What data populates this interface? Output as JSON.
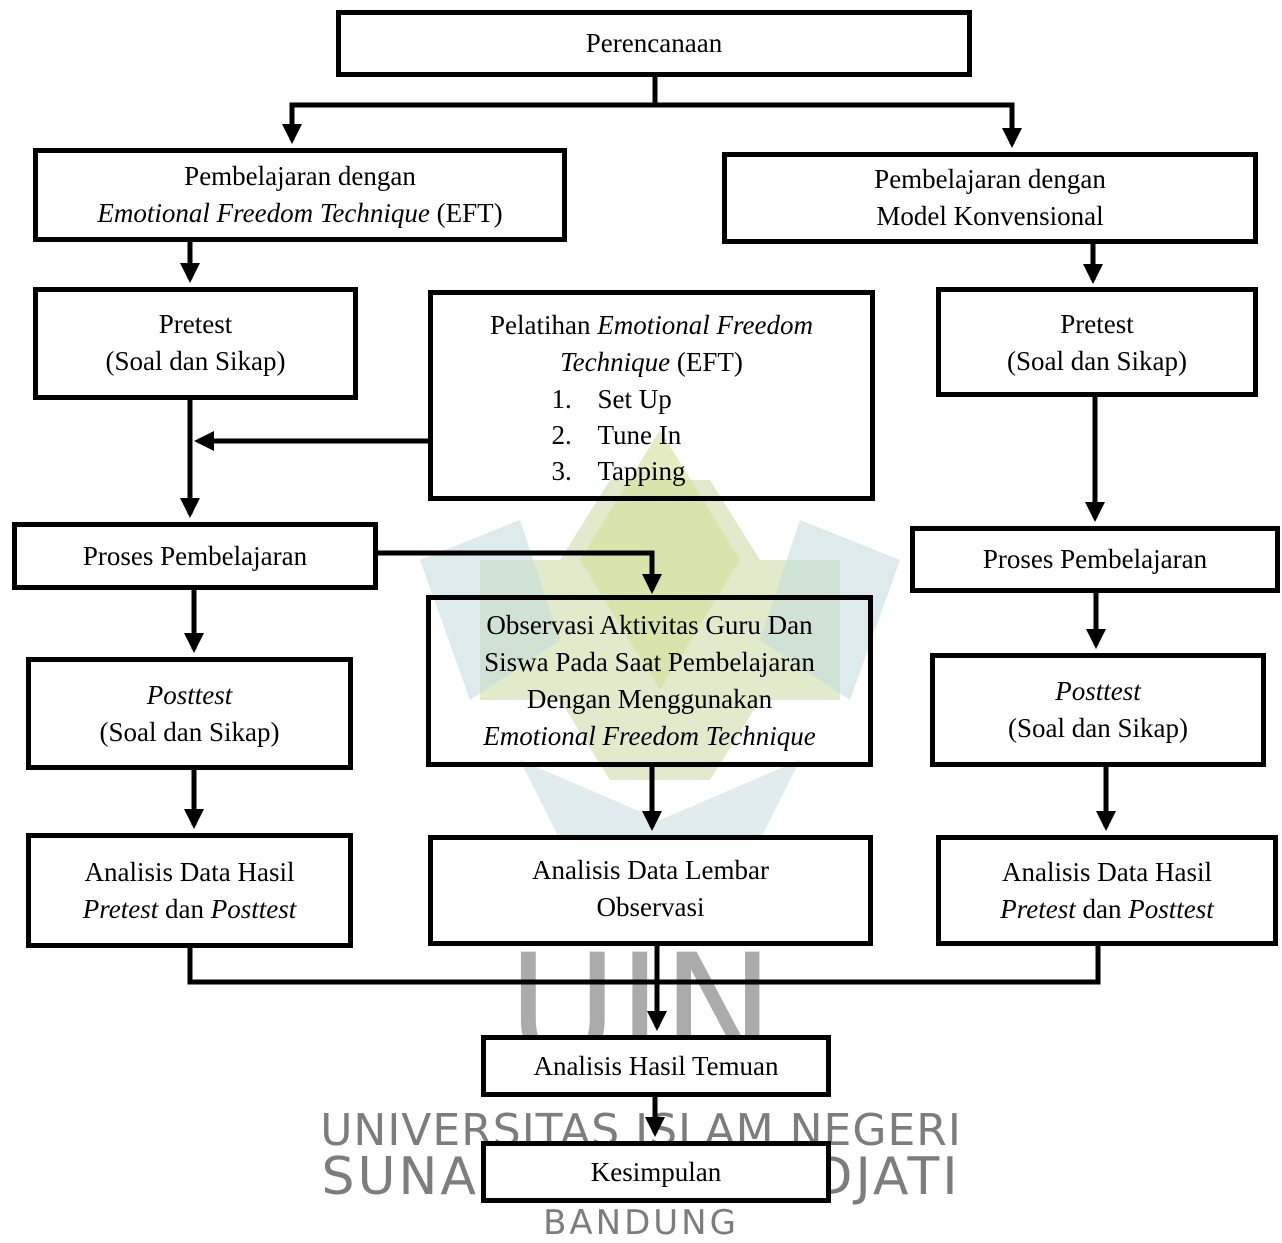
{
  "watermark": {
    "logo_text": "UIN",
    "line1": "UNIVERSITAS ISLAM NEGERI",
    "line2": "SUNAN GUNUNG DJATI",
    "line3": "BANDUNG",
    "colors": {
      "green": "#c9d8a0",
      "teal": "#c3dadd",
      "gray": "#7d7d7d"
    }
  },
  "nodes": {
    "perencanaan": {
      "line1": "Perencanaan"
    },
    "eft_learning": {
      "line1": "Pembelajaran dengan",
      "line2_italic": "Emotional Freedom Technique",
      "line2_rest": " (EFT)"
    },
    "konv_learning": {
      "line1": "Pembelajaran dengan",
      "line2": "Model Konvensional"
    },
    "pretest_left": {
      "line1": "Pretest",
      "line2": "(Soal dan Sikap)"
    },
    "pelatihan": {
      "line1_plain": "Pelatihan ",
      "line1_italic": "Emotional Freedom",
      "line2_italic": "Technique",
      "line2_rest": " (EFT)",
      "steps": [
        {
          "num": "1.",
          "label": "Set Up"
        },
        {
          "num": "2.",
          "label": "Tune In"
        },
        {
          "num": "3.",
          "label": "Tapping"
        }
      ]
    },
    "pretest_right": {
      "line1": "Pretest",
      "line2": "(Soal dan Sikap)"
    },
    "proses_left": {
      "line1": "Proses Pembelajaran"
    },
    "proses_right": {
      "line1": "Proses Pembelajaran"
    },
    "observasi": {
      "line1": "Observasi Aktivitas Guru Dan",
      "line2": "Siswa Pada Saat Pembelajaran",
      "line3": "Dengan Menggunakan",
      "line4_italic": "Emotional Freedom Technique"
    },
    "posttest_left": {
      "line1_italic": "Posttest",
      "line2": "(Soal dan Sikap)"
    },
    "posttest_right": {
      "line1_italic": "Posttest",
      "line2": "(Soal dan Sikap)"
    },
    "analisis_left": {
      "line1": "Analisis Data Hasil",
      "line2_a_italic": "Pretest",
      "line2_b": " dan ",
      "line2_c_italic": "Posttest"
    },
    "analisis_observasi": {
      "line1": "Analisis Data Lembar",
      "line2": "Observasi"
    },
    "analisis_right": {
      "line1": "Analisis Data Hasil",
      "line2_a_italic": "Pretest",
      "line2_b": " dan ",
      "line2_c_italic": "Posttest"
    },
    "temuan": {
      "line1": "Analisis Hasil Temuan"
    },
    "kesimpulan": {
      "line1": "Kesimpulan"
    }
  }
}
